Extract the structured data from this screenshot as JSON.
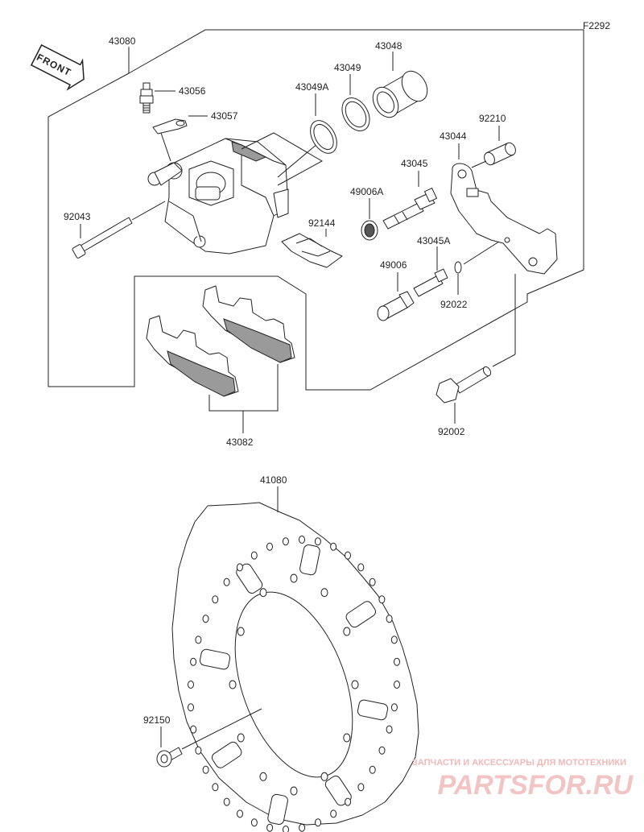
{
  "figure_code": "F2292",
  "front_label": "FRONT",
  "parts": {
    "caliper_assy": "43080",
    "bleeder_valve": "43056",
    "bleeder_cap": "43057",
    "seal_43049a": "43049A",
    "seal_43049": "43049",
    "piston": "43048",
    "bolt_92043": "92043",
    "spring_92144": "92144",
    "collar_92210": "92210",
    "holder": "43044",
    "pin_43045": "43045",
    "boot_49006a": "49006A",
    "pin_43045a": "43045A",
    "boot_49006": "49006",
    "circlip_92022": "92022",
    "pad_assy": "43082",
    "bolt_92002": "92002",
    "disc": "41080",
    "bolt_92150": "92150"
  },
  "watermark": {
    "line1": "ЗАПЧАСТИ И АКСЕССУАРЫ ДЛЯ МОТОТЕХНИКИ",
    "line2": "PARTSFOR.RU"
  }
}
